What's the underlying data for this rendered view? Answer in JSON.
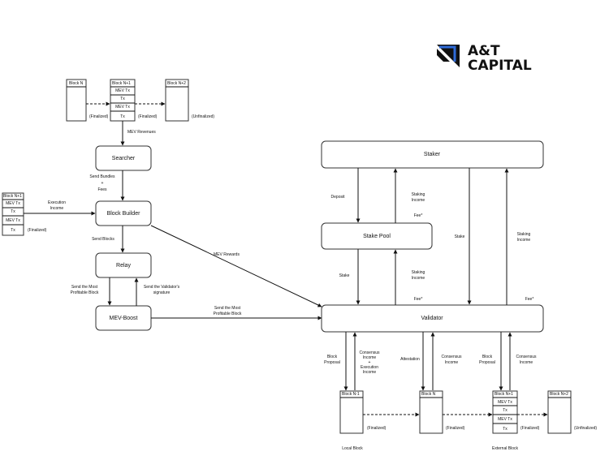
{
  "logo": {
    "line1": "A&T",
    "line2": "CAPITAL",
    "icon": "at-capital-logo-icon",
    "accent": "#2f6bd8"
  },
  "chain_top": {
    "block_n": "Block N",
    "block_n1": "Block N+1",
    "block_n2": "Block N+2",
    "rows": [
      "MEV Tx",
      "Tx",
      "MEV Tx",
      "Tx"
    ],
    "finalized_1": "(Finalized)",
    "finalized_2": "(Finalized)",
    "unfinalized": "(Unfinalized)"
  },
  "left_block": {
    "title": "Block N+1",
    "rows": [
      "MEV Tx",
      "Tx",
      "MEV Tx",
      "Tx"
    ],
    "status": "(Finalized)"
  },
  "nodes": {
    "searcher": "Searcher",
    "block_builder": "Block Builder",
    "relay": "Relay",
    "mev_boost": "MEV-Boost",
    "staker": "Staker",
    "stake_pool": "Stake Pool",
    "validator": "Validator"
  },
  "edges": {
    "mev_revenues": "MEV Revenues",
    "send_bundles": [
      "Send Bundles",
      "+",
      "Fees"
    ],
    "execution_income": [
      "Execution",
      "Income"
    ],
    "send_blocks": "Send Blocks",
    "send_most_profitable_left": [
      "Send the Most",
      "Profitable Block"
    ],
    "send_validator_signature": [
      "Send the Validator's",
      "signature"
    ],
    "mev_rewards": "MEV Rewards",
    "send_most_profitable_right": [
      "Send the Most",
      "Profitable Block"
    ],
    "deposit": "Deposit",
    "staking_income_1": [
      "Staking",
      "Income"
    ],
    "fee_1": "Fee*",
    "stake_right": "Stake",
    "staking_income_right": [
      "Staking",
      "Income"
    ],
    "stake_pool_stake": "Stake",
    "staking_income_2": [
      "Staking",
      "Income"
    ],
    "fee_2": "Fee*",
    "fee_right": "Fee*",
    "block_proposal_1": [
      "Block",
      "Proposal"
    ],
    "consensus_exec_income": [
      "Consensus",
      "Income",
      "+",
      "Execution",
      "Income"
    ],
    "attestation": "Attestation",
    "consensus_income_1": [
      "Consensus",
      "Income"
    ],
    "block_proposal_2": [
      "Block",
      "Proposal"
    ],
    "consensus_income_2": [
      "Consensus",
      "Income"
    ]
  },
  "chain_bottom": {
    "block_n1_local": "Block N-1",
    "block_n": "Block N",
    "block_n1": "Block N+1",
    "block_n2": "Block N+2",
    "rows": [
      "MEV Tx",
      "Tx",
      "MEV Tx",
      "Tx"
    ],
    "finalized_1": "(Finalized)",
    "finalized_2": "(Finalized)",
    "finalized_3": "(Finalized)",
    "unfinalized": "(Unfinalized)",
    "local_block": "Local Block",
    "external_block": "External Block"
  }
}
